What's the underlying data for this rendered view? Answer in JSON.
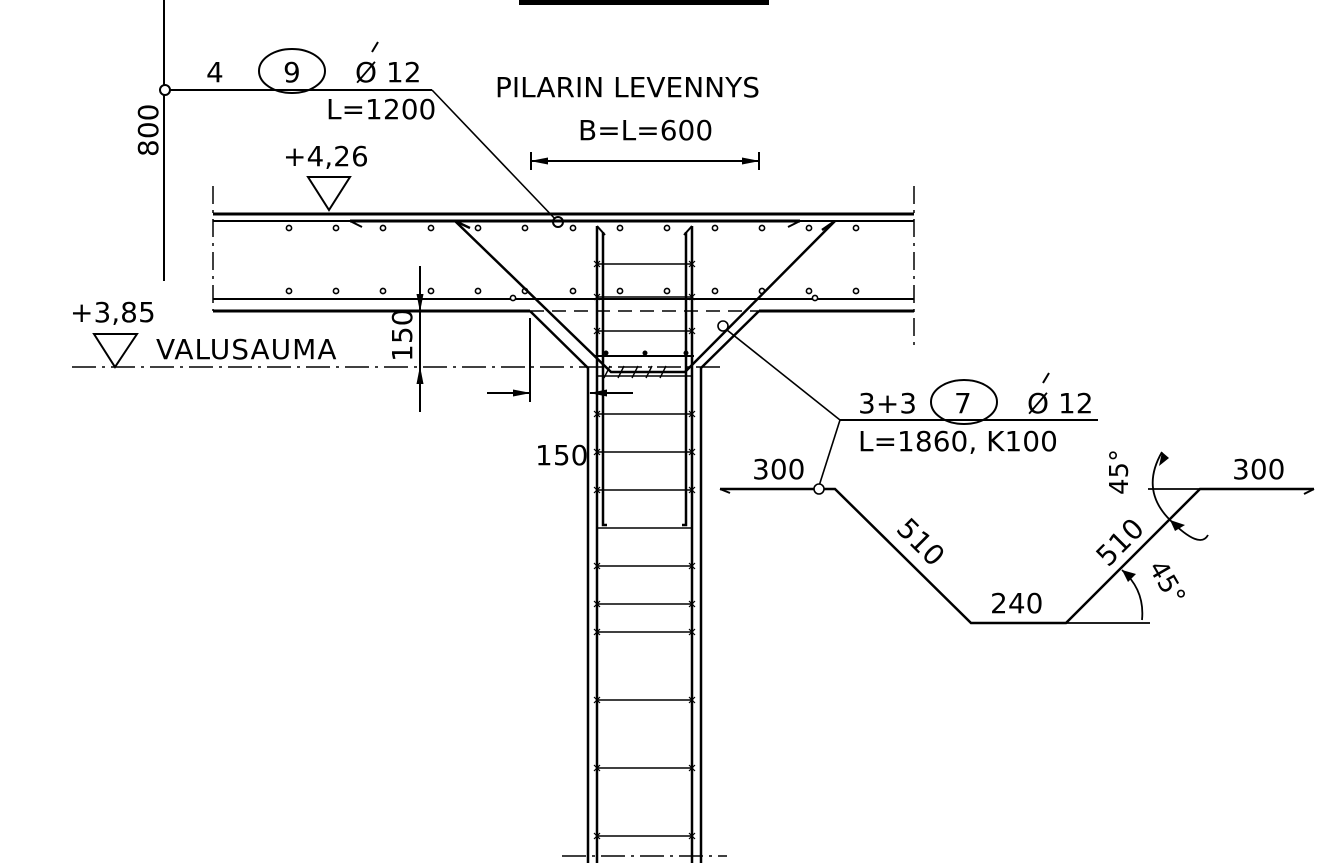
{
  "slab_section": {
    "upper_rebar": {
      "count": "4",
      "mark": "9",
      "diameter": "Ø 12",
      "length": "L=1200"
    },
    "dim_800": "800",
    "level_top": "+4,26",
    "level_bottom": "+3,85",
    "pour_joint_label": "VALUSAUMA",
    "dim_150_vertical": "150",
    "dim_150_horizontal": "150"
  },
  "column_widening": {
    "title": "PILARIN LEVENNYS",
    "size": "B=L=600"
  },
  "bent_bar": {
    "count": "3+3",
    "mark": "7",
    "diameter": "Ø 12",
    "spec": "L=1860, K100",
    "seg_left": "300",
    "seg_diag_left": "510",
    "seg_bottom": "240",
    "seg_diag_right": "510",
    "seg_right": "300",
    "angle_top": "45°",
    "angle_bottom": "45°"
  }
}
